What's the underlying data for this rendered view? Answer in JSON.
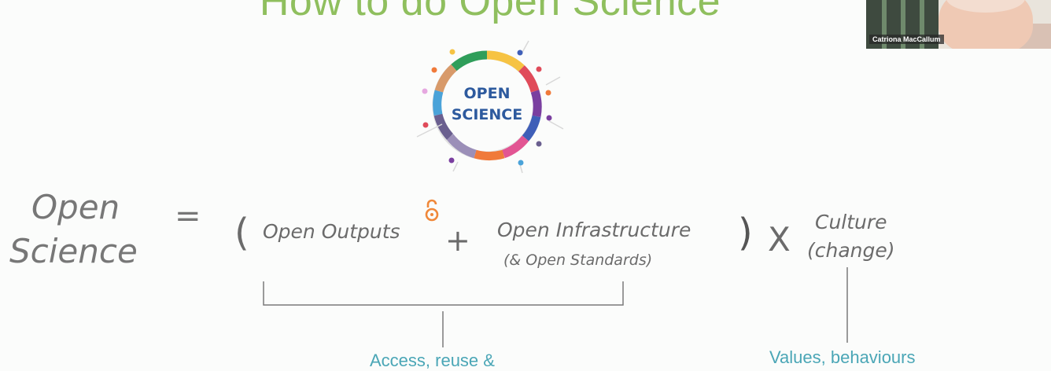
{
  "slide": {
    "title": "How to do Open Science",
    "logo": {
      "line1": "OPEN",
      "line2": "SCIENCE"
    },
    "equation": {
      "lhs_line1": "Open",
      "lhs_line2": "Science",
      "equals": "=",
      "paren_open": "(",
      "term1": "Open Outputs",
      "plus": "+",
      "term2": "Open Infrastructure",
      "term2_note": "(& Open Standards)",
      "paren_close": ")",
      "times": "X",
      "term3_line1": "Culture",
      "term3_line2": "(change)"
    },
    "annotations": {
      "left": "Access, reuse &",
      "right": "Values, behaviours"
    }
  },
  "video": {
    "participant_name": "Catriona MacCallum"
  },
  "colors": {
    "title": "#8fbf5e",
    "logo_text": "#2d5a9e",
    "annotation": "#4aa6b6",
    "open_access_icon": "#f0883a"
  }
}
